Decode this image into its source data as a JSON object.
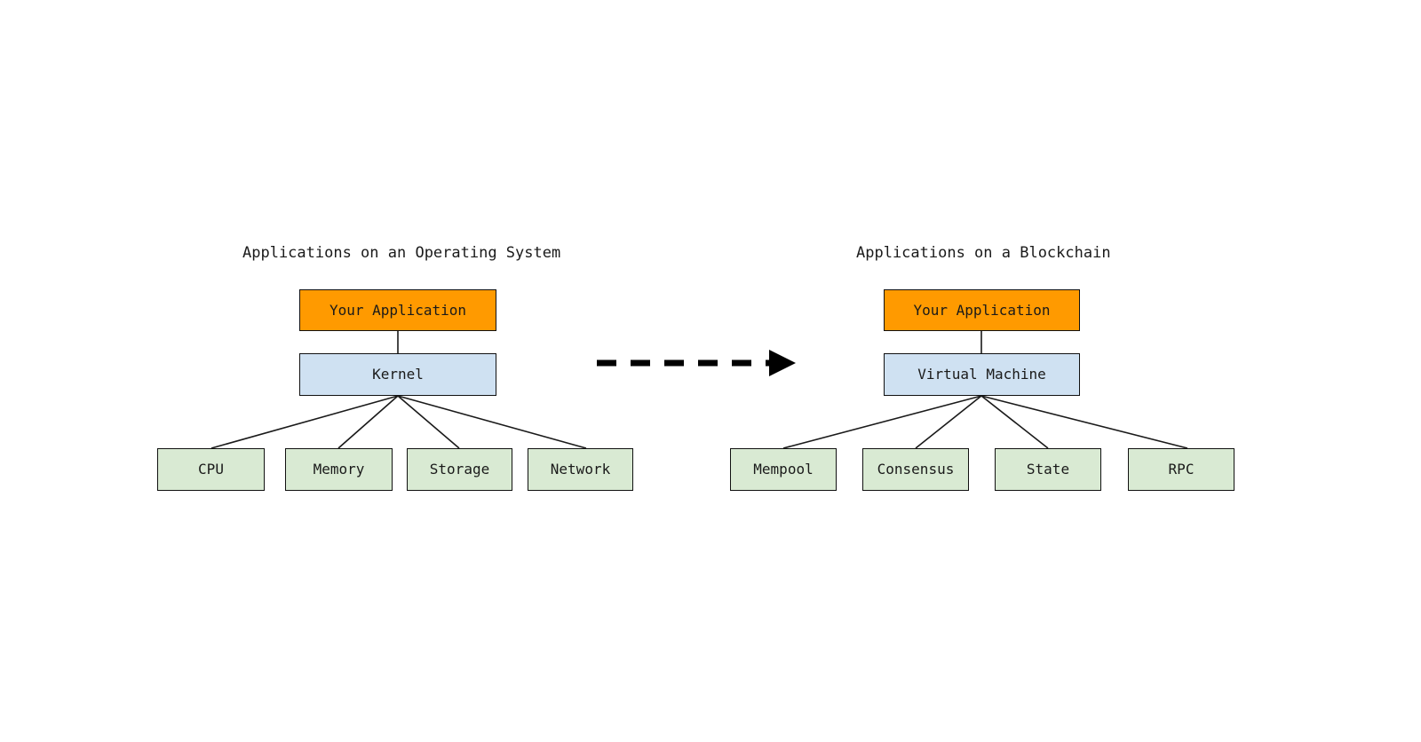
{
  "diagram": {
    "title": "Applications on an Operating System vs Applications on a Blockchain",
    "arrow": {
      "name": "transform-arrow",
      "style": "dashed",
      "direction": "right"
    },
    "colors": {
      "application": "#FF9A00",
      "runtime": "#CFE1F2",
      "resource": "#D9EAD3",
      "stroke": "#111111",
      "text": "#1A1A1A",
      "background": "#FFFFFF"
    }
  },
  "panels": [
    {
      "id": "operating-system",
      "title": "Applications on an Operating System",
      "application": {
        "label": "Your Application"
      },
      "runtime": {
        "label": "Kernel"
      },
      "resources": [
        {
          "label": "CPU"
        },
        {
          "label": "Memory"
        },
        {
          "label": "Storage"
        },
        {
          "label": "Network"
        }
      ]
    },
    {
      "id": "blockchain",
      "title": "Applications on a Blockchain",
      "application": {
        "label": "Your Application"
      },
      "runtime": {
        "label": "Virtual Machine"
      },
      "resources": [
        {
          "label": "Mempool"
        },
        {
          "label": "Consensus"
        },
        {
          "label": "State"
        },
        {
          "label": "RPC"
        }
      ]
    }
  ]
}
